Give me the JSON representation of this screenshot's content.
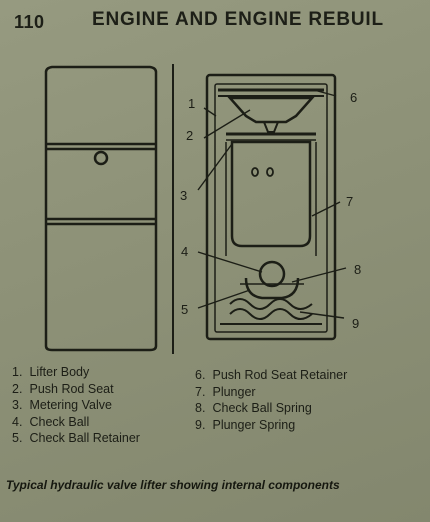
{
  "header": {
    "page_number": "110",
    "title": "ENGINE AND ENGINE REBUIL"
  },
  "figure": {
    "callouts": [
      "1",
      "2",
      "3",
      "4",
      "5",
      "6",
      "7",
      "8",
      "9"
    ]
  },
  "legend": {
    "left": [
      {
        "num": "1.",
        "text": "Lifter Body"
      },
      {
        "num": "2.",
        "text": "Push Rod Seat"
      },
      {
        "num": "3.",
        "text": "Metering Valve"
      },
      {
        "num": "4.",
        "text": "Check Ball"
      },
      {
        "num": "5.",
        "text": "Check Ball Retainer"
      }
    ],
    "right": [
      {
        "num": "6.",
        "text": "Push Rod Seat Retainer"
      },
      {
        "num": "7.",
        "text": "Plunger"
      },
      {
        "num": "8.",
        "text": "Check Ball Spring"
      },
      {
        "num": "9.",
        "text": "Plunger Spring"
      }
    ]
  },
  "caption": "Typical hydraulic valve lifter showing internal components"
}
